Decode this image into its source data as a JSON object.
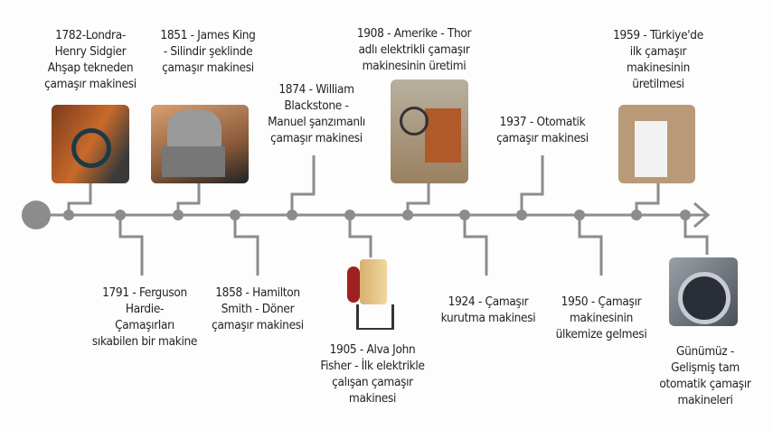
{
  "colors": {
    "line": "#8c8c8c",
    "text": "#222222"
  },
  "events": [
    {
      "id": "1782",
      "lines": [
        "1782-Londra-",
        "Henry Sidgier",
        "Ahşap tekneden",
        "çamaşır makinesi"
      ],
      "side": "up",
      "image": "wooden-washtub-photo"
    },
    {
      "id": "1791",
      "lines": [
        "1791 - Ferguson",
        "Hardie-",
        "Çamaşırları",
        "sıkabilen bir makine"
      ],
      "side": "down"
    },
    {
      "id": "1851",
      "lines": [
        "1851 - James King",
        "- Silindir şeklinde",
        "çamaşır makinesi"
      ],
      "side": "up",
      "image": "cylinder-washer-photo"
    },
    {
      "id": "1858",
      "lines": [
        "1858 - Hamilton",
        "Smith - Döner",
        "çamaşır makinesi"
      ],
      "side": "down"
    },
    {
      "id": "1874",
      "lines": [
        "1874 - William",
        "Blackstone -",
        "Manuel şanzımanlı",
        "çamaşır makinesi"
      ],
      "side": "up"
    },
    {
      "id": "1905",
      "lines": [
        "1905 - Alva John",
        "Fisher - İlk elektrikle",
        "çalışan çamaşır",
        "makinesi"
      ],
      "side": "down",
      "image": "electric-washer-photo"
    },
    {
      "id": "1908",
      "lines": [
        "1908 - Amerike - Thor",
        "adlı elektrikli çamaşır",
        "makinesinin üretimi"
      ],
      "side": "up",
      "image": "thor-washer-photo"
    },
    {
      "id": "1924",
      "lines": [
        "1924 - Çamaşır",
        "kurutma makinesi"
      ],
      "side": "down"
    },
    {
      "id": "1937",
      "lines": [
        "1937 - Otomatik",
        "çamaşır makinesi"
      ],
      "side": "up"
    },
    {
      "id": "1950",
      "lines": [
        "1950 - Çamaşır",
        "makinesinin",
        "ülkemize gelmesi"
      ],
      "side": "down"
    },
    {
      "id": "1959",
      "lines": [
        "1959 - Türkiye'de",
        "ilk çamaşır",
        "makinesinin",
        "üretilmesi"
      ],
      "side": "up",
      "image": "turkish-washer-photo"
    },
    {
      "id": "gunumuz",
      "lines": [
        "Günümüz -",
        "Gelişmiş tam",
        "otomatik çamaşır",
        "makineleri"
      ],
      "side": "down",
      "image": "modern-washer-photo"
    }
  ]
}
